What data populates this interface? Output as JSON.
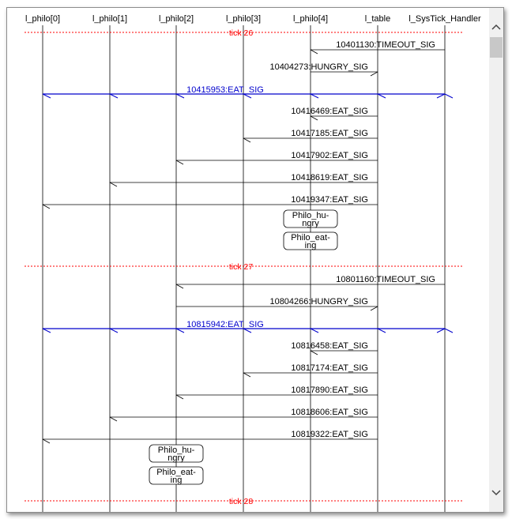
{
  "lifelines": [
    "l_philo[0]",
    "l_philo[1]",
    "l_philo[2]",
    "l_philo[3]",
    "l_philo[4]",
    "l_table",
    "l_SysTick_Handler"
  ],
  "ticks": [
    "tick 26",
    "tick 27",
    "tick 28"
  ],
  "messages": [
    {
      "label": "10401130:TIMEOUT_SIG",
      "from": "l_SysTick_Handler",
      "to": "l_philo[4]"
    },
    {
      "label": "10404273:HUNGRY_SIG",
      "from": "l_philo[4]",
      "to": "l_table"
    },
    {
      "label": "10415953:EAT_SIG",
      "type": "broadcast",
      "from": "l_table",
      "to": "all"
    },
    {
      "label": "10416469:EAT_SIG",
      "from": "l_table",
      "to": "l_philo[4]"
    },
    {
      "label": "10417185:EAT_SIG",
      "from": "l_table",
      "to": "l_philo[3]"
    },
    {
      "label": "10417902:EAT_SIG",
      "from": "l_table",
      "to": "l_philo[2]"
    },
    {
      "label": "10418619:EAT_SIG",
      "from": "l_table",
      "to": "l_philo[1]"
    },
    {
      "label": "10419347:EAT_SIG",
      "from": "l_table",
      "to": "l_philo[0]"
    },
    {
      "label": "10801160:TIMEOUT_SIG",
      "from": "l_SysTick_Handler",
      "to": "l_philo[2]"
    },
    {
      "label": "10804266:HUNGRY_SIG",
      "from": "l_philo[2]",
      "to": "l_table"
    },
    {
      "label": "10815942:EAT_SIG",
      "type": "broadcast",
      "from": "l_table",
      "to": "all"
    },
    {
      "label": "10816458:EAT_SIG",
      "from": "l_table",
      "to": "l_philo[4]"
    },
    {
      "label": "10817174:EAT_SIG",
      "from": "l_table",
      "to": "l_philo[3]"
    },
    {
      "label": "10817890:EAT_SIG",
      "from": "l_table",
      "to": "l_philo[2]"
    },
    {
      "label": "10818606:EAT_SIG",
      "from": "l_table",
      "to": "l_philo[1]"
    },
    {
      "label": "10819322:EAT_SIG",
      "from": "l_table",
      "to": "l_philo[0]"
    }
  ],
  "states": [
    {
      "lifeline": "l_philo[4]",
      "lines": [
        "Philo_hu-",
        "ngry"
      ]
    },
    {
      "lifeline": "l_philo[4]",
      "lines": [
        "Philo_eat-",
        "ing"
      ]
    },
    {
      "lifeline": "l_philo[2]",
      "lines": [
        "Philo_hu-",
        "ngry"
      ]
    },
    {
      "lifeline": "l_philo[2]",
      "lines": [
        "Philo_eat-",
        "ing"
      ]
    }
  ],
  "colors": {
    "tick": "#ff0000",
    "broadcast": "#0000cc",
    "line": "#000000"
  },
  "scrollbar": {
    "up_icon": "chevron-up-icon",
    "down_icon": "chevron-down-icon"
  }
}
